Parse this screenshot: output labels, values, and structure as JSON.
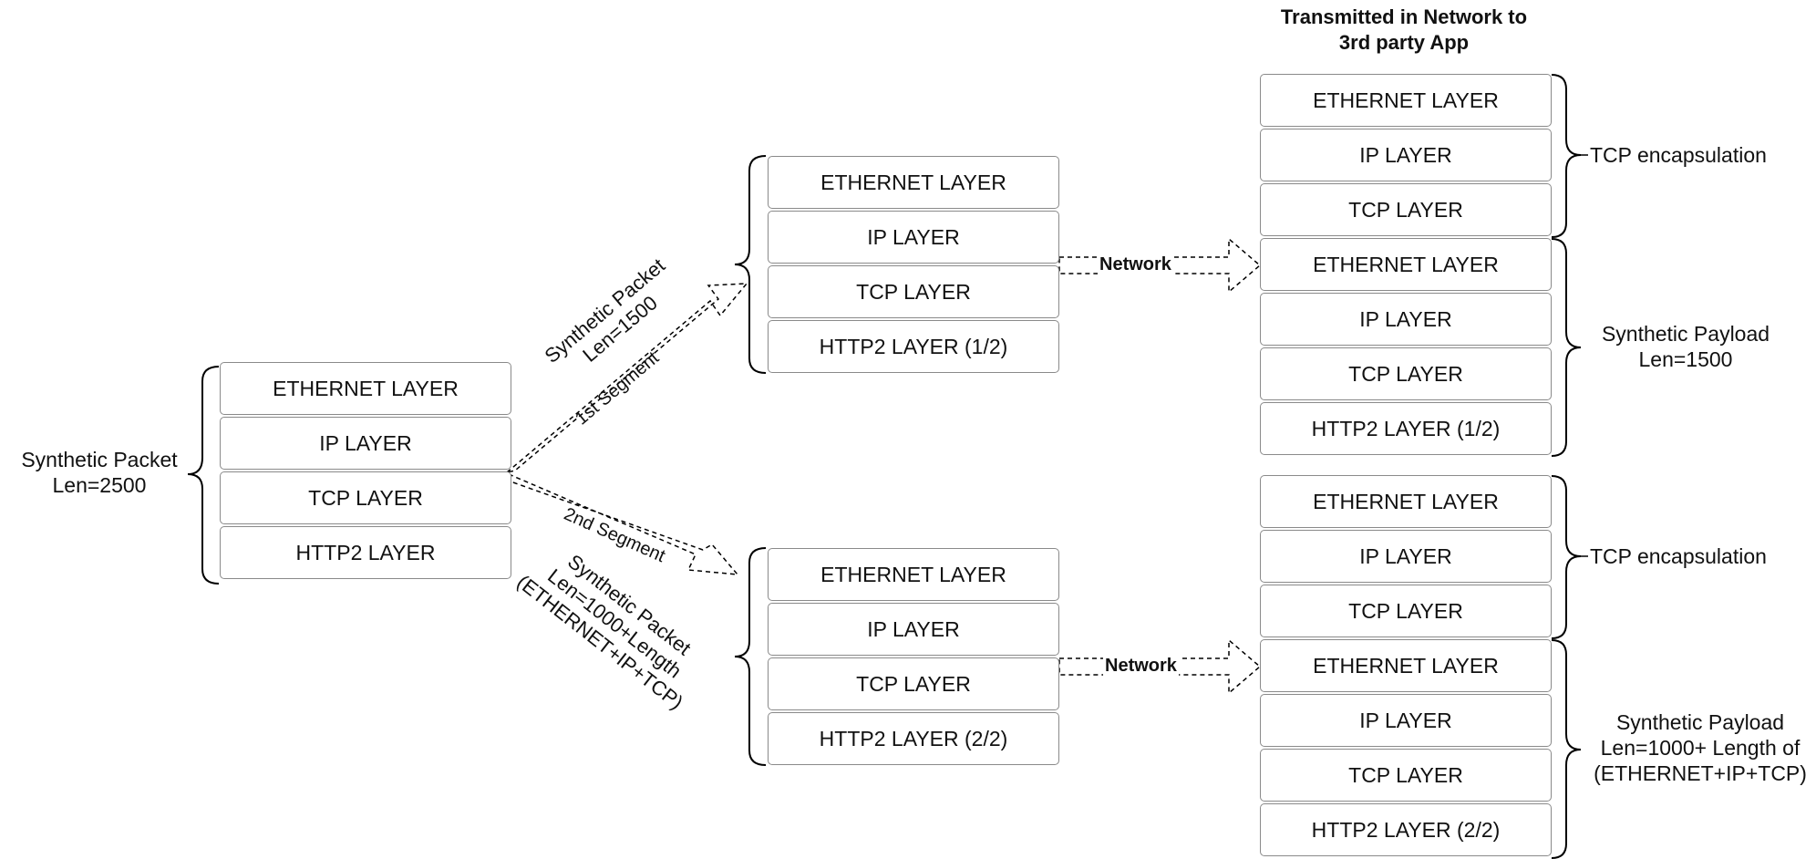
{
  "title": {
    "line1": "Transmitted in Network to",
    "line2": "3rd party App"
  },
  "source": {
    "label_line1": "Synthetic Packet",
    "label_line2": "Len=2500",
    "layers": [
      "ETHERNET LAYER",
      "IP LAYER",
      "TCP LAYER",
      "HTTP2 LAYER"
    ]
  },
  "segment1": {
    "arrow_label": "1st Segment",
    "packet_line1": "Synthetic Packet",
    "packet_line2": "Len=1500",
    "layers": [
      "ETHERNET LAYER",
      "IP LAYER",
      "TCP LAYER",
      "HTTP2 LAYER (1/2)"
    ]
  },
  "segment2": {
    "arrow_label": "2nd Segment",
    "packet_line1": "Synthetic Packet",
    "packet_line2": "Len=1000+Length",
    "packet_line3": "(ETHERNET+IP+TCP)",
    "layers": [
      "ETHERNET LAYER",
      "IP LAYER",
      "TCP LAYER",
      "HTTP2 LAYER (2/2)"
    ]
  },
  "network_label": "Network",
  "output1": {
    "encap_layers": [
      "ETHERNET LAYER",
      "IP LAYER",
      "TCP LAYER"
    ],
    "payload_layers": [
      "ETHERNET LAYER",
      "IP LAYER",
      "TCP LAYER",
      "HTTP2 LAYER (1/2)"
    ],
    "encap_label": "TCP encapsulation",
    "payload_line1": "Synthetic Payload",
    "payload_line2": "Len=1500"
  },
  "output2": {
    "encap_layers": [
      "ETHERNET LAYER",
      "IP LAYER",
      "TCP LAYER"
    ],
    "payload_layers": [
      "ETHERNET LAYER",
      "IP LAYER",
      "TCP LAYER",
      "HTTP2 LAYER (2/2)"
    ],
    "encap_label": "TCP encapsulation",
    "payload_line1": "Synthetic Payload",
    "payload_line2": "Len=1000+ Length of",
    "payload_line3": "(ETHERNET+IP+TCP)"
  }
}
